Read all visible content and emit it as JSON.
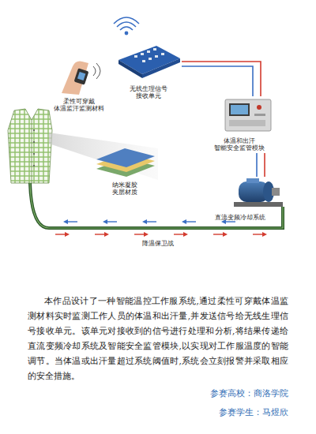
{
  "diagram": {
    "nodes": [
      {
        "text": [
          "柔性可穿戴 体温监汗监测材料"
        ]
      },
      {
        "text": [
          "无线生理信号 接收单元"
        ]
      },
      {
        "text": [
          "体温和出汗 智能安全监管模块"
        ]
      },
      {
        "text": [
          "纳米凝胶 夹层材质"
        ]
      },
      {
        "text": [
          "直流变频冷却系统"
        ]
      }
    ],
    "edges": [
      {
        "from": 1,
        "to": 2,
        "arrow": "none"
      },
      {
        "from": 2,
        "to": 4,
        "arrow": "none"
      }
    ],
    "labels": [
      "降温保卫战",
      "本作品设计了一种智能温控工作服系统,通过柔性可穿戴体温监测材料实时监测工作人员的体温和出汗量,并发送信号给无线生理信号接收单元。该单元对接收到的信号进行处理和分析,将结果传递给直流变频冷却系统及智能安全监管模块,以实现对工作服温度的智能调节。当体温或出汗量超过系统阈值时,系统会立刻报警并采取相应的安全措施。",
      "参赛高校：商洛学院",
      "参赛学生：马煜欣"
    ]
  }
}
